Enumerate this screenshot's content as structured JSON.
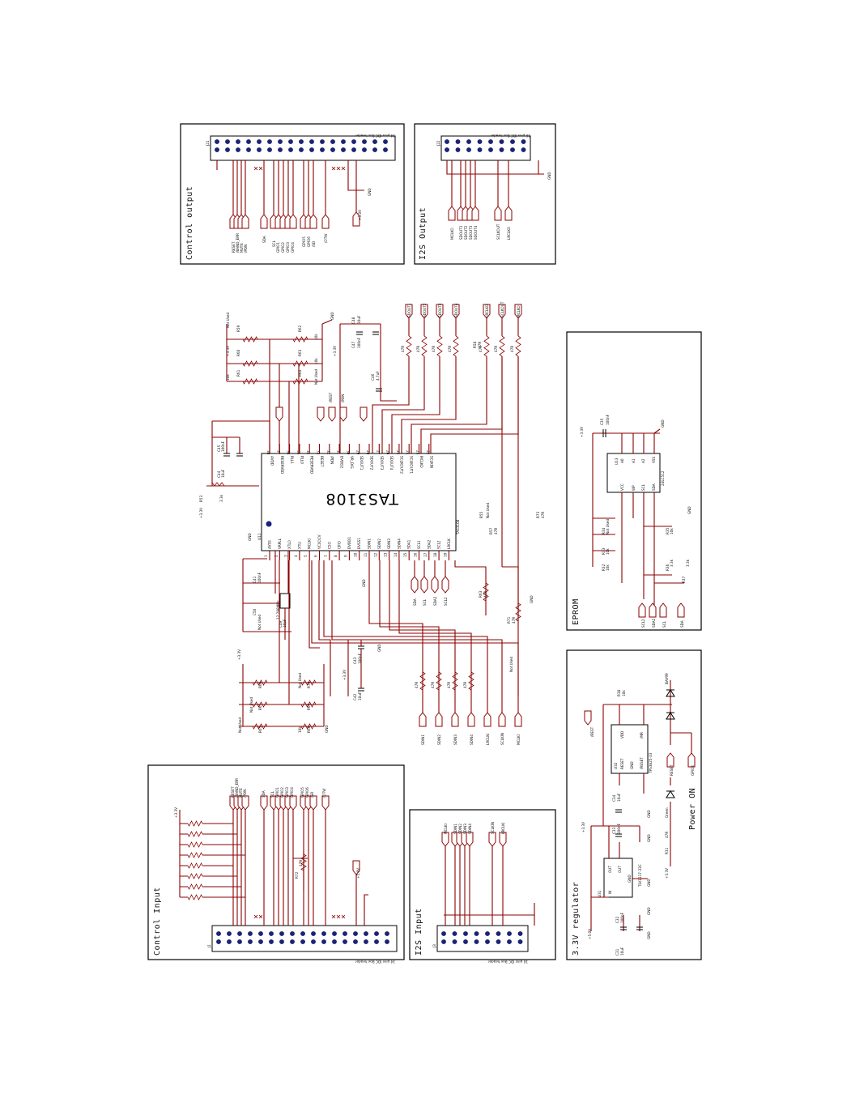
{
  "sections": {
    "control_output": "Control output",
    "i2s_output": "I2S Output",
    "control_input": "Control Input",
    "i2s_input": "I2S Input",
    "eprom": "EPROM",
    "regulator": "3.3V regulator"
  },
  "main_ic": {
    "name": "TAS3108",
    "ref": "U11",
    "part": "TAS3108",
    "left_pins": [
      "AVDD",
      "RESERVED",
      "PLL1",
      "PLL0",
      "RESERVED",
      "RESET",
      "/PDN",
      "DVDD2",
      "VR_DIG",
      "SDOUT1",
      "SDOUT2",
      "SDOUT3",
      "SDOUT4",
      "SCLKOUT2",
      "SCLKOUT1",
      "MCLKO",
      "SCLKIN"
    ],
    "right_pins": [
      "AVSS",
      "VRPLL",
      "XTLO",
      "XTLI",
      "MCLKI",
      "VCXOCV",
      "CSO",
      "CPIO",
      "DVDD1",
      "DVSS1",
      "SDIN1",
      "SDIN2",
      "SDIN3",
      "SDIN4",
      "SDA1",
      "SCL1",
      "SDA2",
      "SCL2",
      "LRCLK"
    ]
  },
  "headers": {
    "j21": {
      "ref": "J21",
      "desc": "34 pins IDC Box header"
    },
    "j22": {
      "ref": "J22",
      "desc": "16 pins IDC Box header"
    },
    "j1": {
      "ref": "J1",
      "desc": "34 pins IDC Box header"
    },
    "j3": {
      "ref": "J3",
      "desc": "16 pins IDC Box header"
    }
  },
  "control_signals": [
    "RESET",
    "/BAND_ERR",
    "MUTE",
    "/PDN",
    "SDA",
    "SCL",
    "GPIO1",
    "GPIO2",
    "GPIO3",
    "GPIO4",
    "GPIO5",
    "GPIO6",
    "/SD",
    "/OTW"
  ],
  "i2s_out_signals": [
    "MCLKO",
    "SDOUT1",
    "SDOUT2",
    "SDOUT3",
    "SDOUT4",
    "SCLKOUT",
    "LRCLKO"
  ],
  "i2s_in_signals": [
    "MCLKI",
    "SDIN1",
    "SDIN2",
    "SDIN3",
    "SDIN4",
    "SCLKIN",
    "LRCLKI"
  ],
  "nets": {
    "gnd": "GND",
    "v33": "+3.3V",
    "v5": "+5.0V",
    "mclko": "MCLKO",
    "lrclko": "LRCLKO",
    "sclkout": "SCLKOUT",
    "sdout4": "SDOUT4",
    "sdout3": "SDOUT3",
    "sdout2": "SDOUT2",
    "sdout1": "SDOUT1",
    "lrclki": "LRCLKI",
    "sclkin": "SCLKIN",
    "mclki": "MCLKI",
    "sdin1": "SDIN1",
    "sdin2": "SDIN2",
    "sdin3": "SDIN3",
    "sdin4": "SDIN4",
    "reset": "RESET",
    "pdn": "/PDN",
    "rest": "/REST",
    "gpio4": "GPIO4",
    "sda": "SDA",
    "scl": "SCL",
    "sda2": "SDA2",
    "scl2": "SCL2"
  },
  "parts": {
    "crystal": "12.288MHz",
    "eeprom": "24LC512",
    "eeprom_ref": "U13",
    "eeprom_pins": [
      "VCC",
      "WP",
      "SCL",
      "SDA",
      "A0",
      "A1",
      "A2",
      "VSS"
    ],
    "ldo": "TLV1117-33C",
    "ldo_ref": "U31",
    "ldo_pins": [
      "IN",
      "OUT",
      "OUT",
      "GND"
    ],
    "supervisor": "TPS3825-33",
    "supervisor_ref": "U32",
    "supervisor_pins": [
      "RESET",
      "GND",
      "/RESET",
      "/MR",
      "VDD"
    ],
    "diode": "BAV99",
    "led": "Green",
    "led_label": "Power ON"
  },
  "resistors": [
    {
      "ref": "R53",
      "val": "3.3k"
    },
    {
      "ref": "R59",
      "val": "Not Used"
    },
    {
      "ref": "R60",
      "val": "Not Used"
    },
    {
      "ref": "R61",
      "val": "10k"
    },
    {
      "ref": "R62",
      "val": "10k"
    },
    {
      "ref": "R63",
      "val": "10k"
    },
    {
      "ref": "R64",
      "val": "Not Used"
    },
    {
      "ref": "R57",
      "val": "47R"
    },
    {
      "ref": "R58",
      "val": "47R"
    },
    {
      "ref": "R55",
      "val": "Not Used"
    },
    {
      "ref": "R73",
      "val": "47R"
    },
    {
      "ref": "R71",
      "val": "47R"
    },
    {
      "ref": "R72",
      "val": "47R"
    },
    {
      "ref": "R34",
      "val": "Not Used"
    },
    {
      "ref": "R33",
      "val": "10k"
    },
    {
      "ref": "R32",
      "val": "10k"
    },
    {
      "ref": "R35",
      "val": "10k"
    },
    {
      "ref": "R36",
      "val": "3.3k"
    },
    {
      "ref": "R37",
      "val": "3.3k"
    },
    {
      "ref": "R38",
      "val": "10k"
    },
    {
      "ref": "R31",
      "val": "47R"
    }
  ],
  "capacitors": [
    {
      "ref": "C44",
      "val": "10uF"
    },
    {
      "ref": "C45",
      "val": "100nF"
    },
    {
      "ref": "C46",
      "val": "4.7uF"
    },
    {
      "ref": "C47",
      "val": "100nF"
    },
    {
      "ref": "C48",
      "val": "10uF"
    },
    {
      "ref": "C42",
      "val": "10uF"
    },
    {
      "ref": "C43",
      "val": "100nF"
    },
    {
      "ref": "C41",
      "val": "100nF"
    },
    {
      "ref": "C50",
      "val": "Not Used"
    },
    {
      "ref": "C49",
      "val": "10pF"
    },
    {
      "ref": "C35",
      "val": "100nF"
    },
    {
      "ref": "C31",
      "val": "10uF"
    },
    {
      "ref": "C32",
      "val": "100nF"
    },
    {
      "ref": "C33",
      "val": "100nF"
    },
    {
      "ref": "C34",
      "val": "10uF"
    }
  ],
  "colors": {
    "wire": "#8b0000",
    "pin": "#1a237e",
    "frame": "#000000"
  }
}
